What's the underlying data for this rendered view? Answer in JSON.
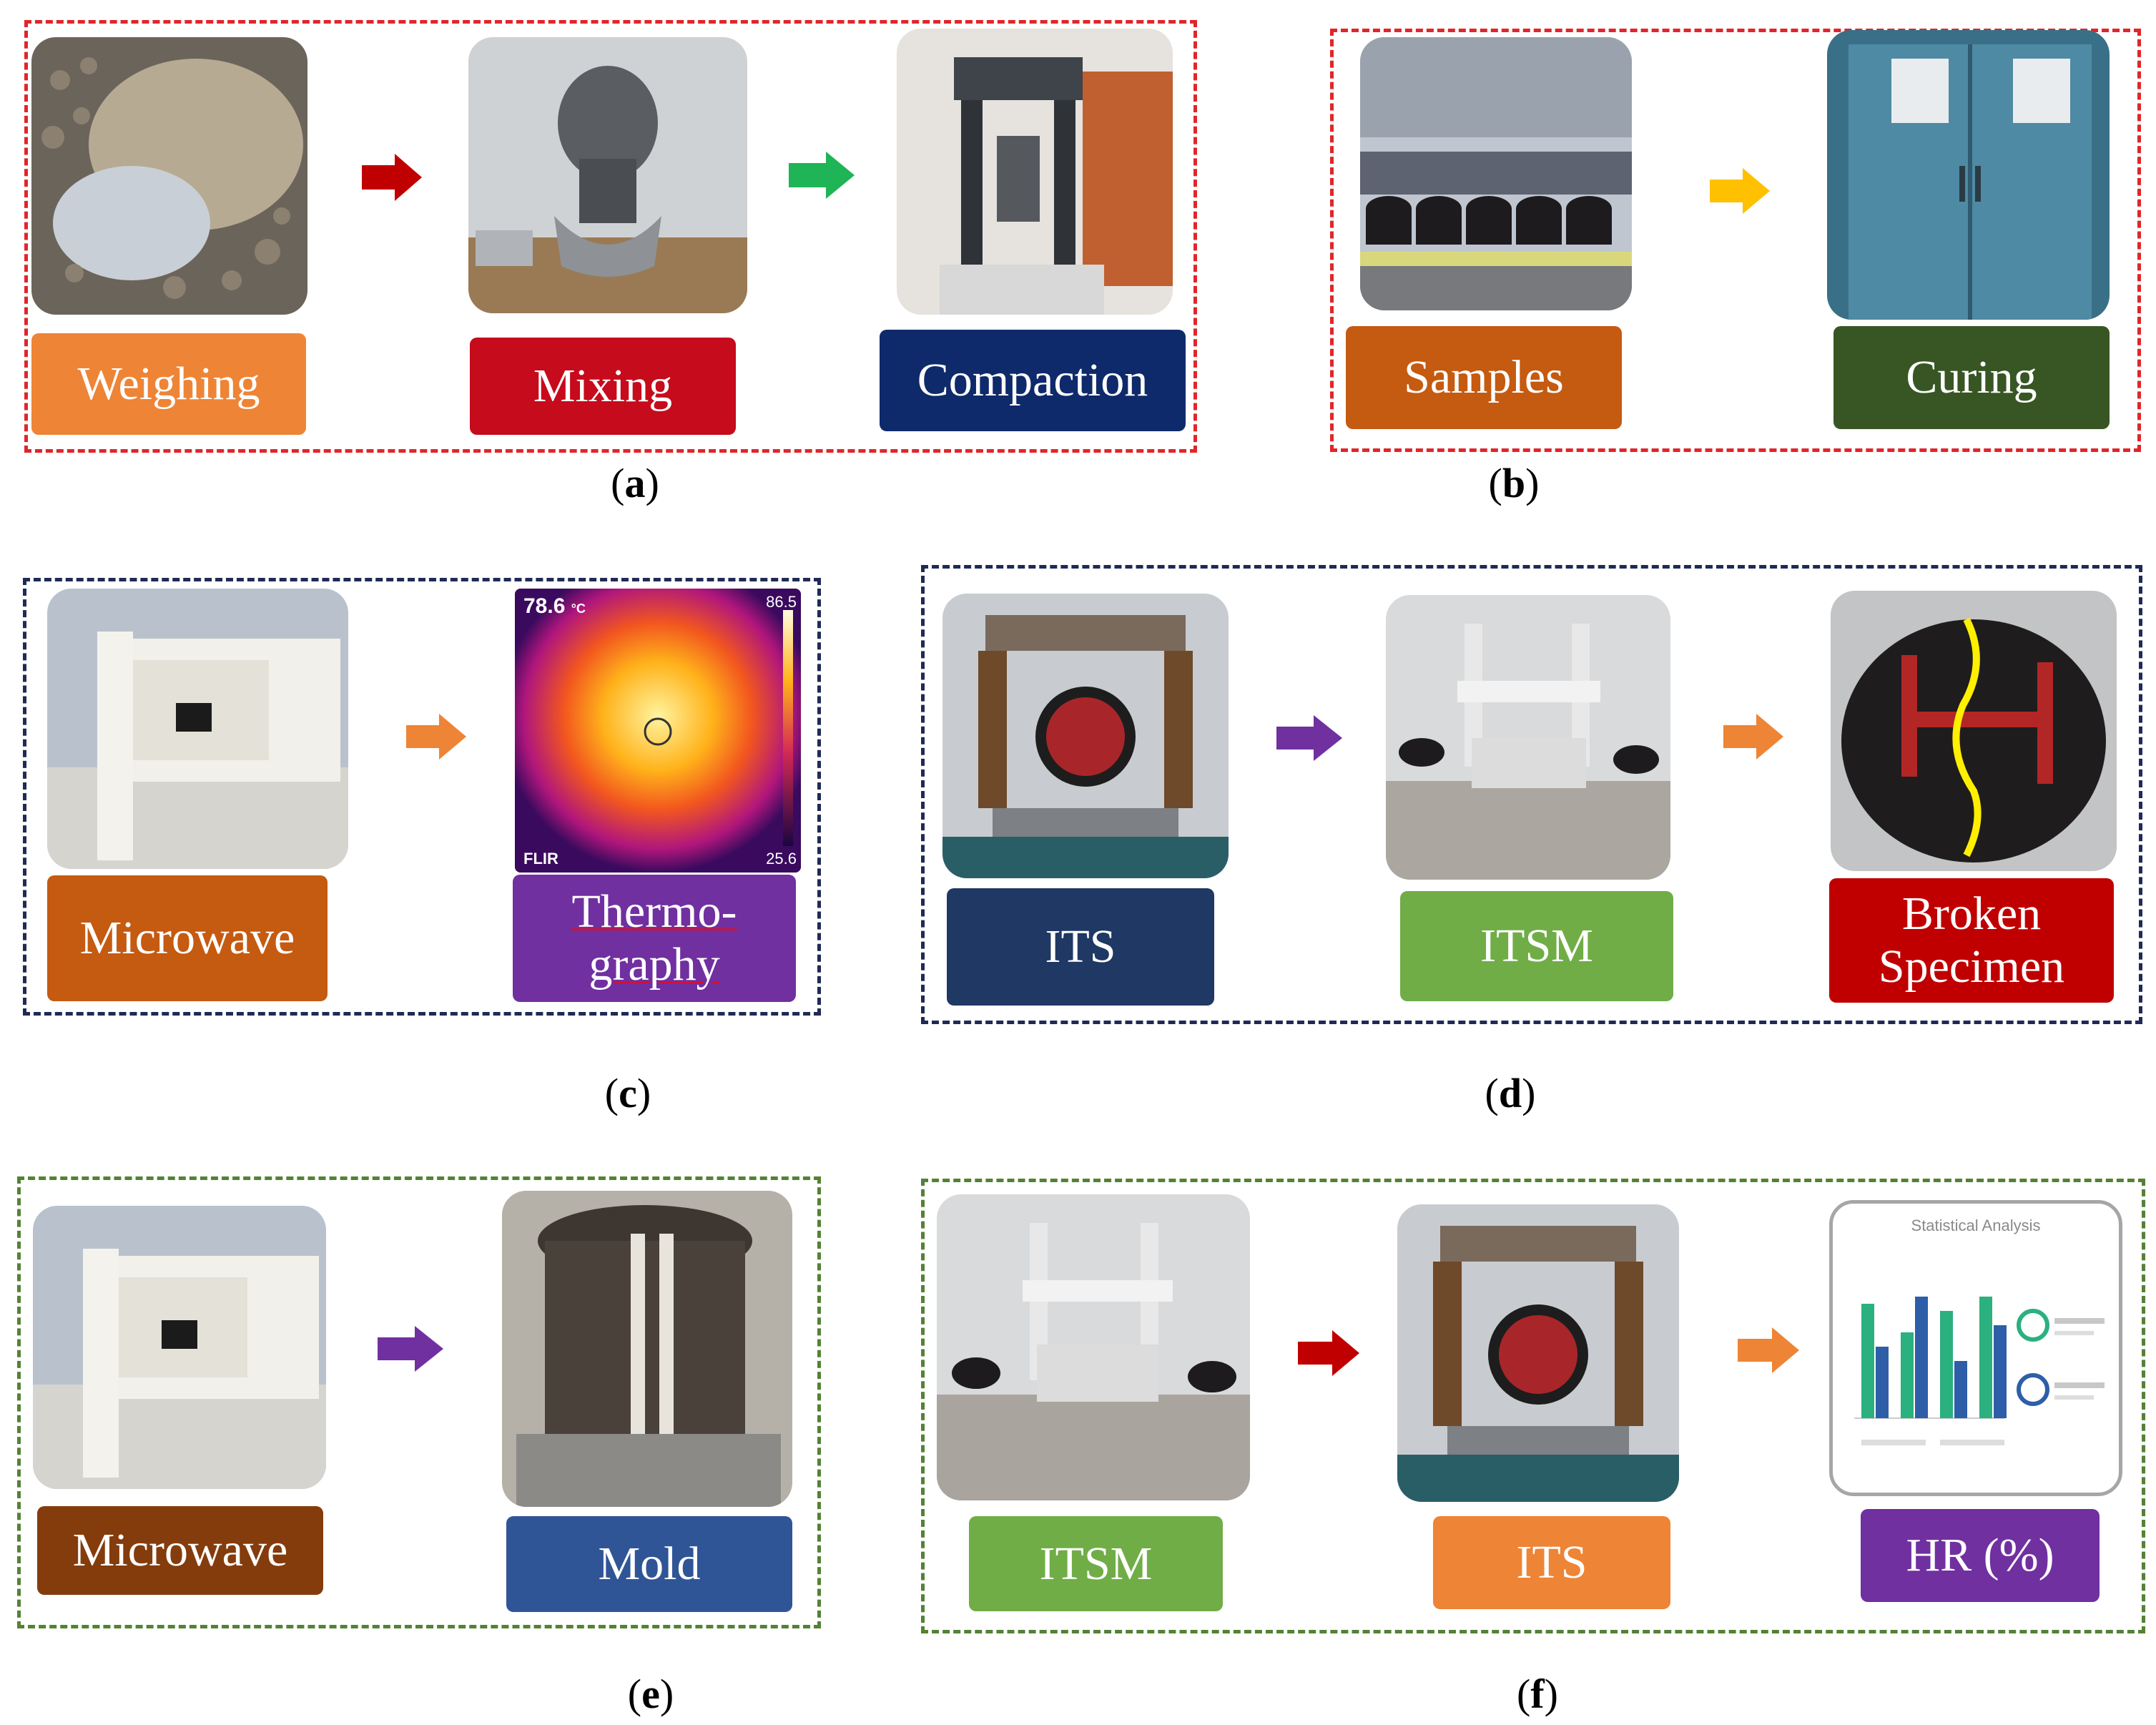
{
  "panels": {
    "a": {
      "caption_open": "(",
      "caption_letter": "a",
      "caption_close": ")",
      "steps": [
        "Weighing",
        "Mixing",
        "Compaction"
      ],
      "colors": {
        "border": "#e0262a",
        "weighing": "#ee8435",
        "mixing": "#c60b1c",
        "compaction": "#0f2a6b",
        "arrow1": "#c00000",
        "arrow2": "#1fb455"
      }
    },
    "b": {
      "caption_open": "(",
      "caption_letter": "b",
      "caption_close": ")",
      "steps": [
        "Samples",
        "Curing"
      ],
      "colors": {
        "border": "#e0262a",
        "samples": "#c55a11",
        "curing": "#375623",
        "arrow1": "#ffc000"
      }
    },
    "c": {
      "caption_open": "(",
      "caption_letter": "c",
      "caption_close": ")",
      "steps": [
        "Microwave",
        "Thermo-",
        "graphy"
      ],
      "thermal": {
        "temp": "78.6",
        "unit": "°C",
        "max": "86.5",
        "min": "25.6",
        "brand": "FLIR"
      },
      "colors": {
        "border": "#1f2a56",
        "microwave": "#c55a11",
        "thermography": "#7030a0",
        "arrow1": "#ee8435"
      }
    },
    "d": {
      "caption_open": "(",
      "caption_letter": "d",
      "caption_close": ")",
      "steps": [
        "ITS",
        "ITSM",
        "Broken",
        "Specimen"
      ],
      "colors": {
        "border": "#1f2a56",
        "its": "#1f3864",
        "itsm": "#70ad47",
        "broken": "#c00000",
        "arrow1": "#7030a0",
        "arrow2": "#ee8435"
      }
    },
    "e": {
      "caption_open": "(",
      "caption_letter": "e",
      "caption_close": ")",
      "steps": [
        "Microwave",
        "Mold"
      ],
      "colors": {
        "border": "#548235",
        "microwave": "#843c0c",
        "mold": "#2f5597",
        "arrow1": "#7030a0"
      }
    },
    "f": {
      "caption_open": "(",
      "caption_letter": "f",
      "caption_close": ")",
      "steps": [
        "ITSM",
        "ITS",
        "HR (%)"
      ],
      "chart_title": "Statistical Analysis",
      "colors": {
        "border": "#548235",
        "itsm": "#70ad47",
        "its": "#ee8435",
        "hr": "#7030a0",
        "arrow1": "#c00000",
        "arrow2": "#ee8435"
      }
    }
  }
}
